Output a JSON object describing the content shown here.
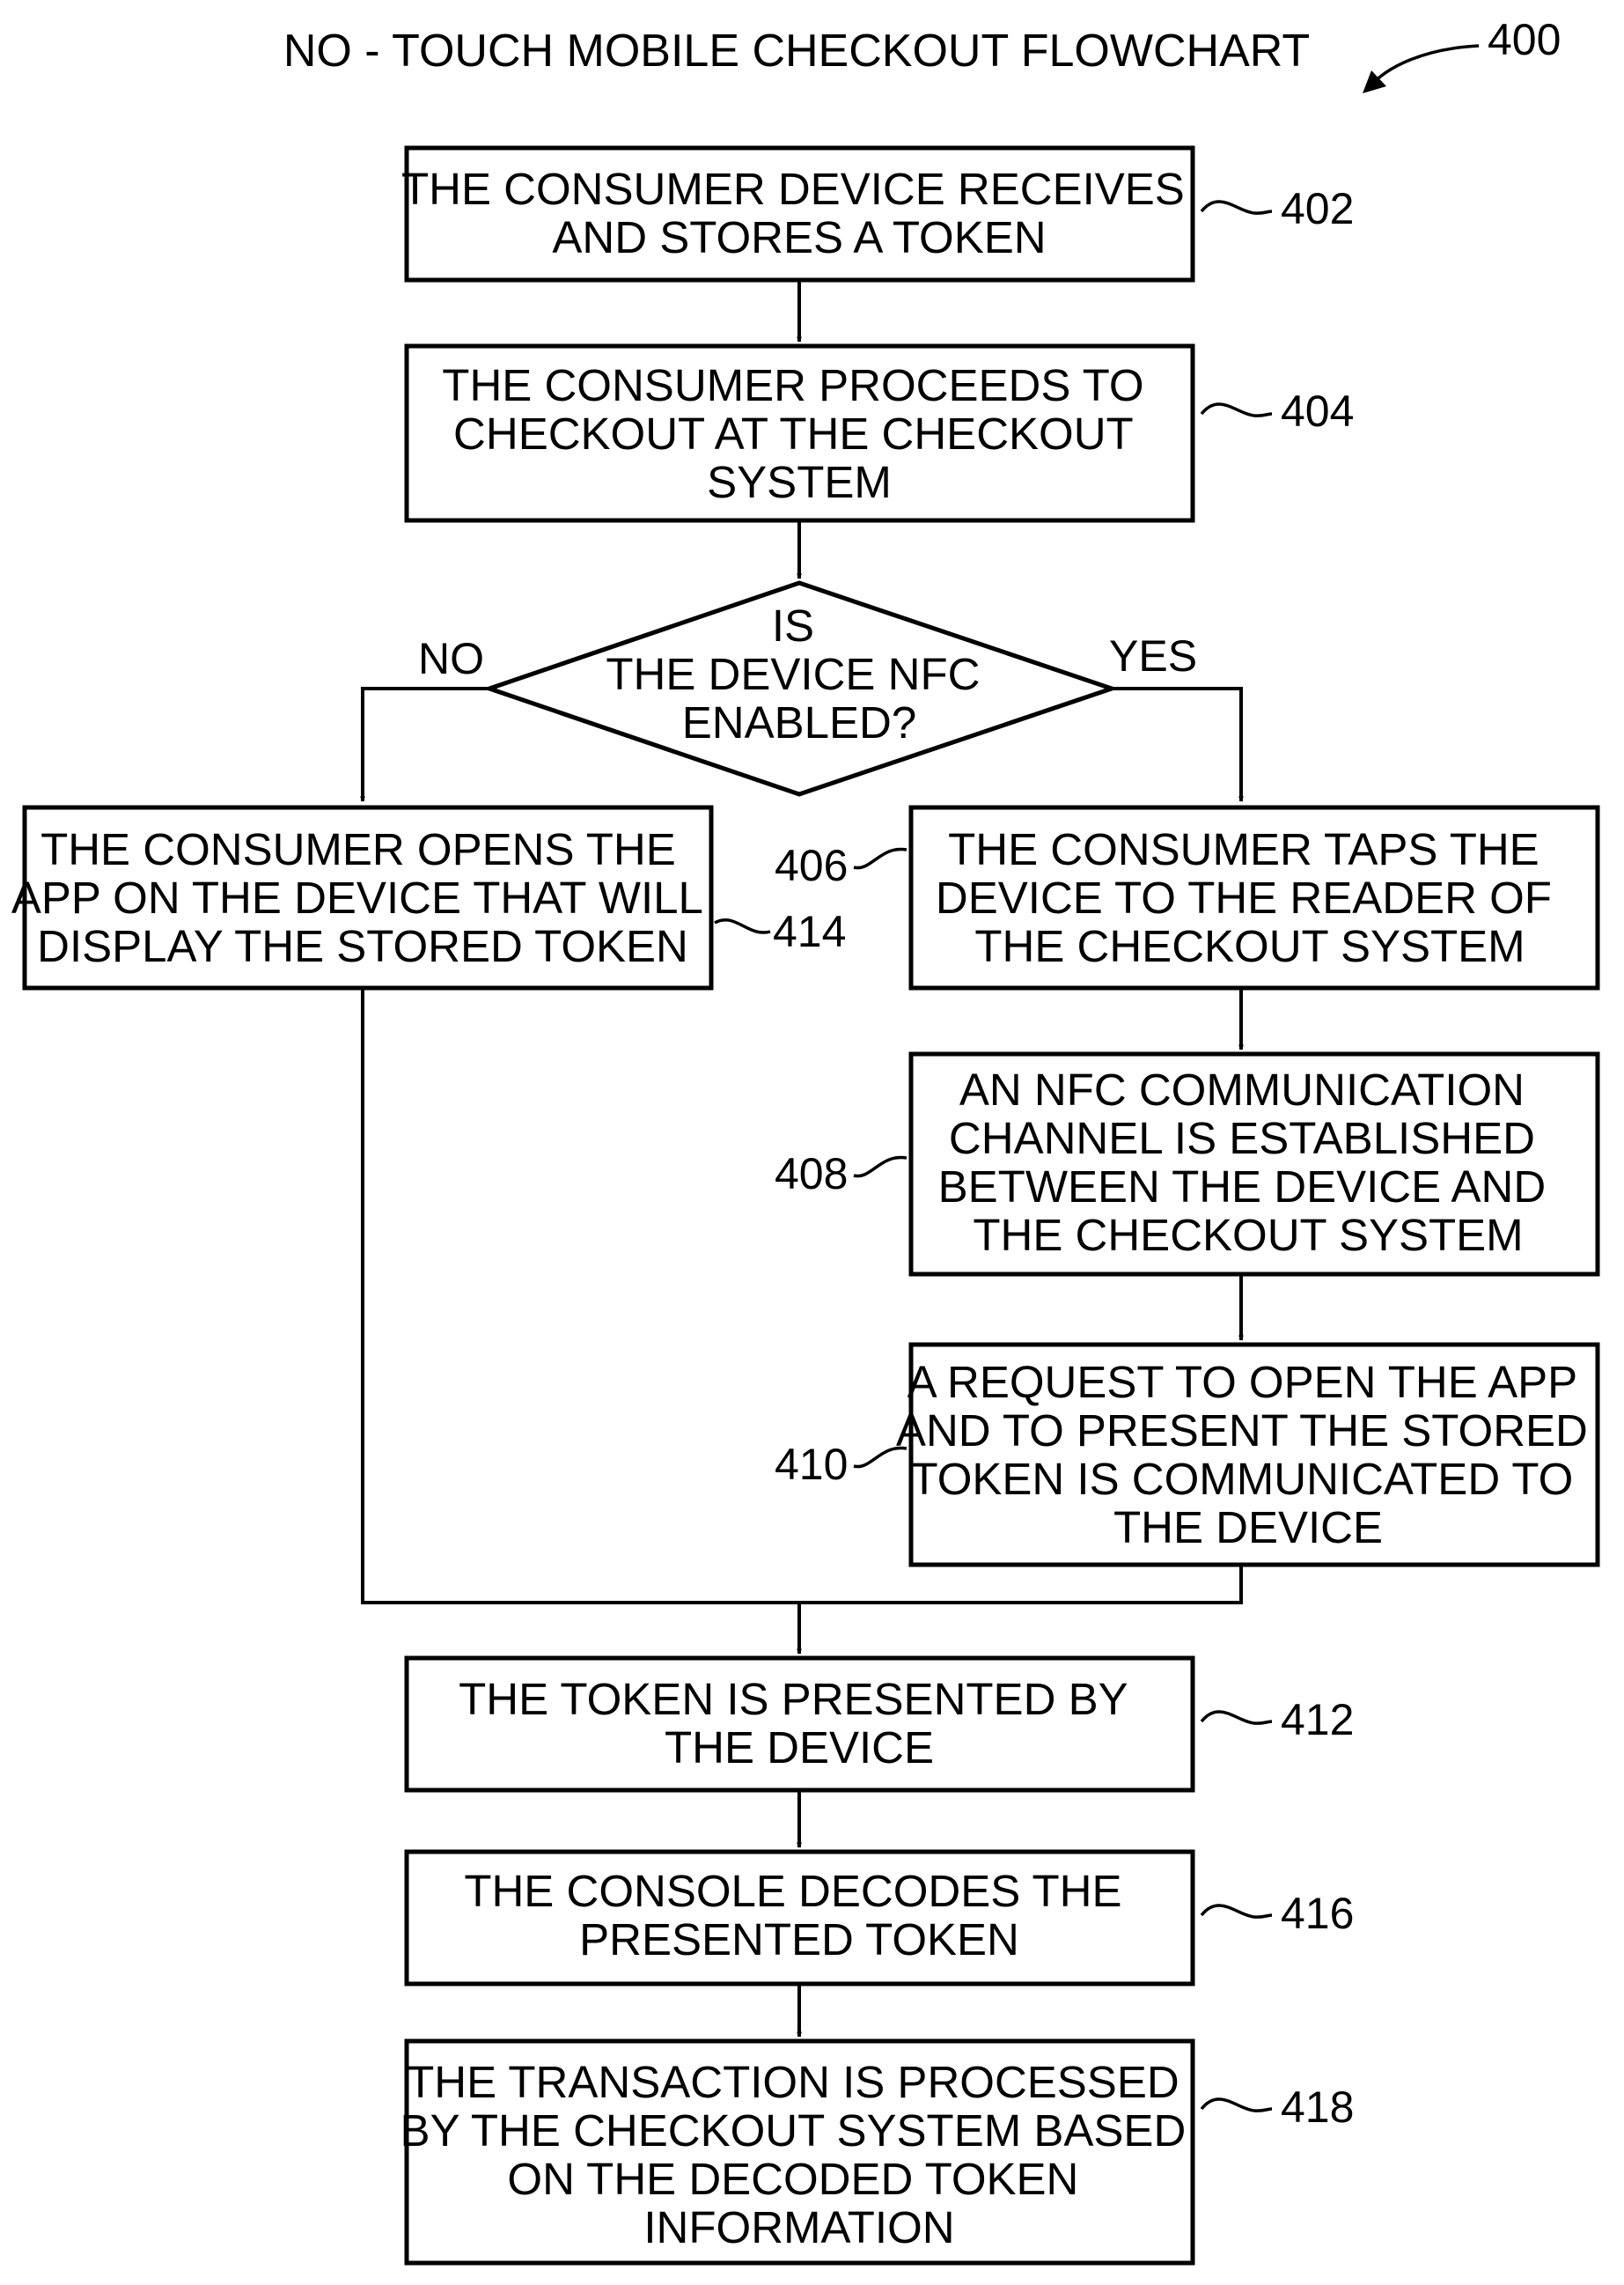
{
  "title": "NO - TOUCH MOBILE CHECKOUT FLOWCHART",
  "figure_ref": "400",
  "branch_no": "NO",
  "branch_yes": "YES",
  "decision": {
    "lines": [
      "IS",
      "THE DEVICE NFC",
      "ENABLED?"
    ]
  },
  "steps": {
    "s402": {
      "ref": "402",
      "lines": [
        "THE CONSUMER DEVICE RECEIVES",
        "AND STORES A TOKEN"
      ]
    },
    "s404": {
      "ref": "404",
      "lines": [
        "THE CONSUMER PROCEEDS TO",
        "CHECKOUT AT THE CHECKOUT",
        "SYSTEM"
      ]
    },
    "s406": {
      "ref": "406",
      "lines": [
        "THE CONSUMER TAPS THE",
        "DEVICE TO THE READER OF",
        "THE CHECKOUT SYSTEM"
      ]
    },
    "s408": {
      "ref": "408",
      "lines": [
        "AN NFC COMMUNICATION",
        "CHANNEL IS ESTABLISHED",
        "BETWEEN THE DEVICE AND",
        "THE CHECKOUT SYSTEM"
      ]
    },
    "s410": {
      "ref": "410",
      "lines": [
        "A REQUEST TO OPEN THE APP",
        "AND TO PRESENT THE STORED",
        "TOKEN IS COMMUNICATED TO",
        "THE DEVICE"
      ]
    },
    "s414": {
      "ref": "414",
      "lines": [
        "THE CONSUMER OPENS THE",
        "APP ON THE DEVICE THAT WILL",
        "DISPLAY THE STORED TOKEN"
      ]
    },
    "s412": {
      "ref": "412",
      "lines": [
        "THE TOKEN IS PRESENTED BY",
        "THE DEVICE"
      ]
    },
    "s416": {
      "ref": "416",
      "lines": [
        "THE CONSOLE DECODES THE",
        "PRESENTED TOKEN"
      ]
    },
    "s418": {
      "ref": "418",
      "lines": [
        "THE TRANSACTION IS PROCESSED",
        "BY THE CHECKOUT SYSTEM BASED",
        "ON THE DECODED TOKEN",
        "INFORMATION"
      ]
    }
  }
}
